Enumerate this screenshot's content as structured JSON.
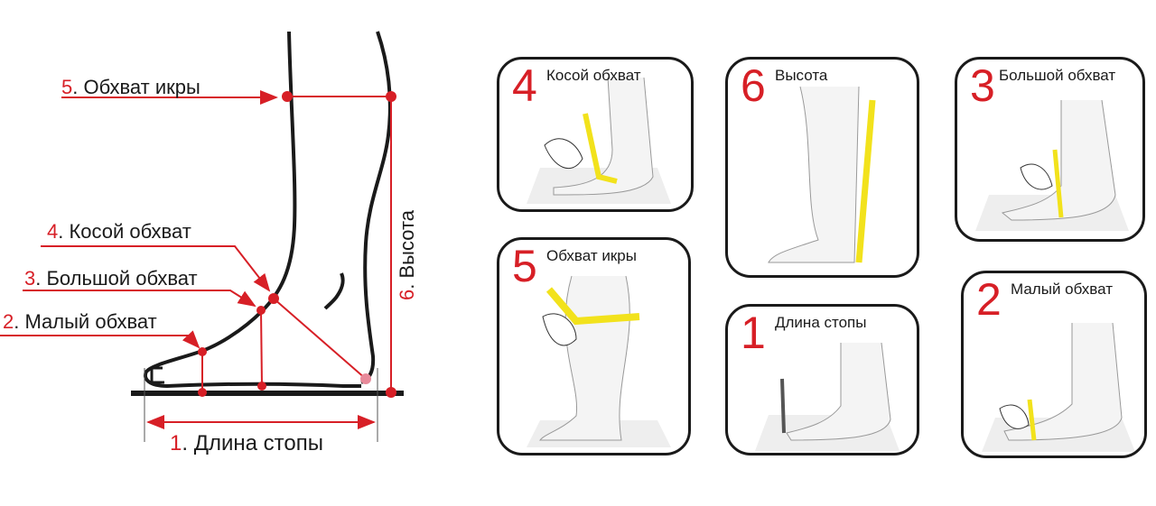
{
  "diagram": {
    "labels": [
      {
        "num": "5",
        "text": ". Обхват икры"
      },
      {
        "num": "4",
        "text": ". Косой обхват"
      },
      {
        "num": "3",
        "text": ". Большой обхват"
      },
      {
        "num": "2",
        "text": ". Малый обхват"
      },
      {
        "num": "1",
        "text": ". Длина стопы"
      },
      {
        "num": "6",
        "text": ". Высота"
      }
    ]
  },
  "panels": [
    {
      "num": "4",
      "title": "Косой обхват"
    },
    {
      "num": "6",
      "title": "Высота"
    },
    {
      "num": "3",
      "title": "Большой обхват"
    },
    {
      "num": "5",
      "title": "Обхват икры"
    },
    {
      "num": "1",
      "title": "Длина стопы"
    },
    {
      "num": "2",
      "title": "Малый обхват"
    }
  ],
  "colors": {
    "accent": "#d71f26",
    "line": "#1a1a1a",
    "tape": "#f2e21c"
  }
}
